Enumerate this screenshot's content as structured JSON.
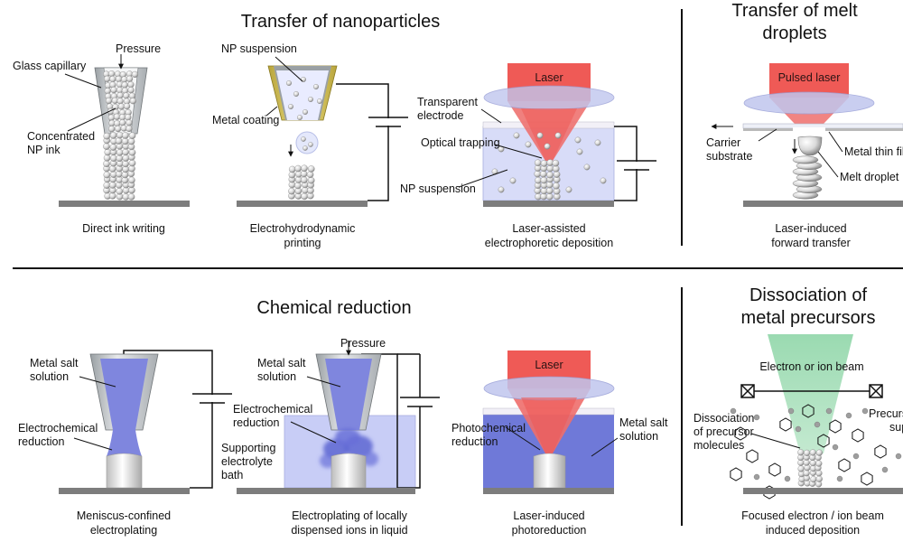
{
  "sections": {
    "transfer_np": "Transfer of nanoparticles",
    "transfer_melt": [
      "Transfer of melt",
      "droplets"
    ],
    "chemical": "Chemical reduction",
    "dissociation": [
      "Dissociation of",
      "metal precursors"
    ]
  },
  "panels": {
    "diw": {
      "labels": {
        "pressure": "Pressure",
        "glass": "Glass capillary",
        "ink": [
          "Concentrated",
          "NP ink"
        ]
      },
      "caption": [
        "Direct ink writing"
      ]
    },
    "ehd": {
      "labels": {
        "suspension": "NP suspension",
        "coating": "Metal coating"
      },
      "caption": [
        "Electrohydrodynamic",
        "printing"
      ]
    },
    "laed": {
      "labels": {
        "laser": "Laser",
        "electrode": [
          "Transparent",
          "electrode"
        ],
        "trapping": "Optical trapping",
        "suspension": "NP suspension"
      },
      "caption": [
        "Laser-assisted",
        "electrophoretic deposition"
      ]
    },
    "lift": {
      "labels": {
        "laser": "Pulsed laser",
        "carrier": [
          "Carrier",
          "substrate"
        ],
        "film": "Metal thin film",
        "droplet": "Melt droplet"
      },
      "caption": [
        "Laser-induced",
        "forward transfer"
      ]
    },
    "mcep": {
      "labels": {
        "salt": [
          "Metal salt",
          "solution"
        ],
        "reduction": [
          "Electrochemical",
          "reduction"
        ]
      },
      "caption": [
        "Meniscus-confined",
        "electroplating"
      ]
    },
    "ep": {
      "labels": {
        "pressure": "Pressure",
        "salt": [
          "Metal salt",
          "solution"
        ],
        "reduction": [
          "Electrochemical",
          "reduction"
        ],
        "bath": [
          "Supporting",
          "electrolyte",
          "bath"
        ]
      },
      "caption": [
        "Electroplating of locally",
        "dispensed ions in liquid"
      ]
    },
    "lipr": {
      "labels": {
        "laser": "Laser",
        "photo": [
          "Photochemical",
          "reduction"
        ],
        "salt": [
          "Metal salt",
          "solution"
        ]
      },
      "caption": [
        "Laser-induced",
        "photoreduction"
      ]
    },
    "febid": {
      "labels": {
        "beam": "Electron or ion beam",
        "dissociation": [
          "Dissociation",
          "of precursor",
          "molecules"
        ],
        "precursors": [
          "Precursors",
          "supply"
        ]
      },
      "caption": [
        "Focused electron / ion beam",
        "induced deposition"
      ]
    }
  },
  "colors": {
    "laser": "#ef5a56",
    "beam": "#8fd6a8",
    "blue": "#8088e0",
    "bath": "#c8cdf6",
    "lens": "#c0c6ee",
    "ground": "#7d7d7d",
    "glass": "#c9cdd0",
    "coating": "#d6c24a"
  }
}
